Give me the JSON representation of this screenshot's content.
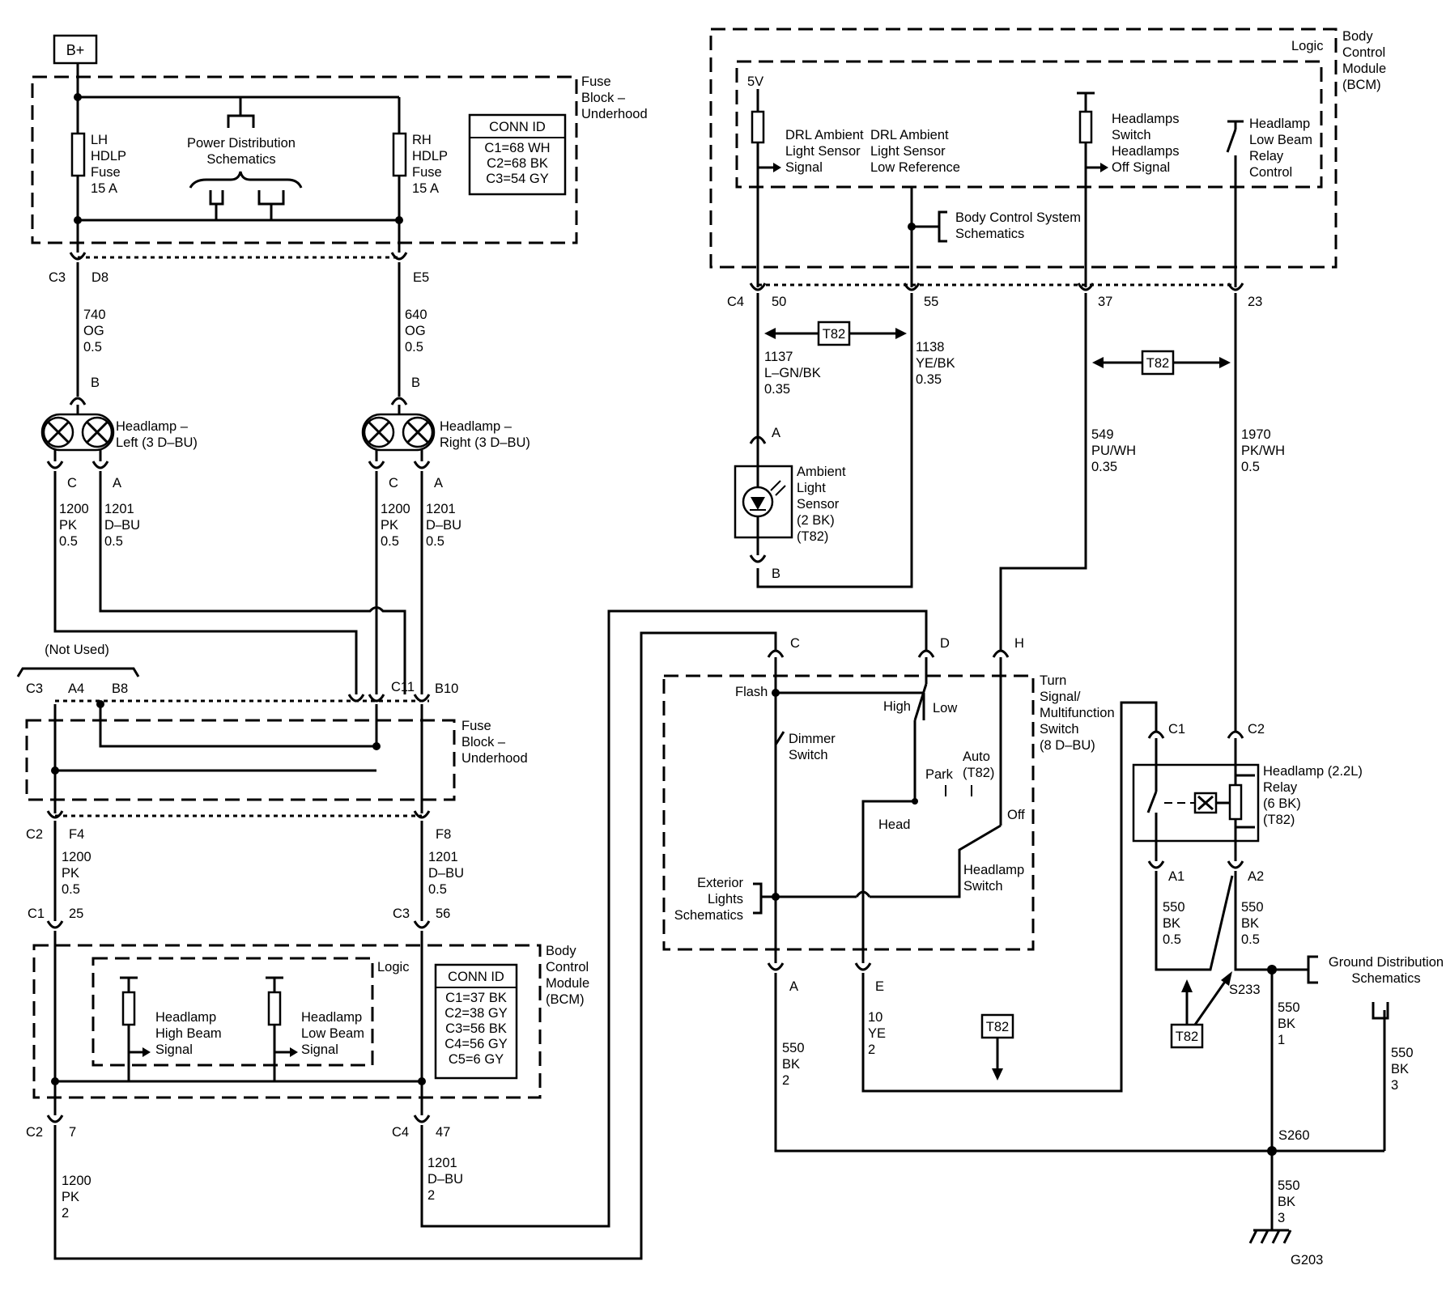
{
  "labels": {
    "bplus": "B+",
    "fuse_block_top": [
      "Fuse",
      "Block –",
      "Underhood"
    ],
    "lh_fuse": [
      "LH",
      "HDLP",
      "Fuse",
      "15 A"
    ],
    "rh_fuse": [
      "RH",
      "HDLP",
      "Fuse",
      "15 A"
    ],
    "power_dist": [
      "Power Distribution",
      "Schematics"
    ],
    "conn_id_top": {
      "title": "CONN ID",
      "lines": [
        "C1=68 WH",
        "C2=68 BK",
        "C3=54 GY"
      ]
    },
    "c3": "C3",
    "d8": "D8",
    "e5": "E5",
    "w740": [
      "740",
      "OG",
      "0.5"
    ],
    "w640": [
      "640",
      "OG",
      "0.5"
    ],
    "b_left": "B",
    "b_right": "B",
    "hl_left": [
      "Headlamp –",
      "Left (3 D–BU)"
    ],
    "hl_right": [
      "Headlamp –",
      "Right (3 D–BU)"
    ],
    "c_l": "C",
    "a_l": "A",
    "c_r": "C",
    "a_r": "A",
    "w1200_l": [
      "1200",
      "PK",
      "0.5"
    ],
    "w1201_l": [
      "1201",
      "D–BU",
      "0.5"
    ],
    "w1200_r": [
      "1200",
      "PK",
      "0.5"
    ],
    "w1201_r": [
      "1201",
      "D–BU",
      "0.5"
    ],
    "not_used": "(Not Used)",
    "c3_2": "C3",
    "a4": "A4",
    "b8": "B8",
    "c11": "C11",
    "b10": "B10",
    "fuse_block_mid": [
      "Fuse",
      "Block –",
      "Underhood"
    ],
    "c2_1": "C2",
    "f4": "F4",
    "f8": "F8",
    "w1200_m": [
      "1200",
      "PK",
      "0.5"
    ],
    "w1201_m": [
      "1201",
      "D–BU",
      "0.5"
    ],
    "c1": "C1",
    "n25": "25",
    "c3_3": "C3",
    "n56": "56",
    "logic_l": "Logic",
    "hb_sig": [
      "Headlamp",
      "High Beam",
      "Signal"
    ],
    "lb_sig": [
      "Headlamp",
      "Low Beam",
      "Signal"
    ],
    "conn_id_bcm": {
      "title": "CONN ID",
      "lines": [
        "C1=37 BK",
        "C2=38 GY",
        "C3=56 BK",
        "C4=56 GY",
        "C5=6 GY"
      ]
    },
    "bcm_l": [
      "Body",
      "Control",
      "Module",
      "(BCM)"
    ],
    "c2_2": "C2",
    "n7": "7",
    "c4_1": "C4",
    "n47": "47",
    "w1200_b": [
      "1200",
      "PK",
      "2"
    ],
    "w1201_b": [
      "1201",
      "D–BU",
      "2"
    ],
    "logic_r": "Logic",
    "bcm_r": [
      "Body",
      "Control",
      "Module",
      "(BCM)"
    ],
    "v5": "5V",
    "drl_sig": [
      "DRL Ambient",
      "Light Sensor",
      "Signal"
    ],
    "drl_low": [
      "DRL Ambient",
      "Light Sensor",
      "Low Reference"
    ],
    "hl_sw_off": [
      "Headlamps",
      "Switch",
      "Headlamps",
      "Off Signal"
    ],
    "hl_lb_relay": [
      "Headlamp",
      "Low Beam",
      "Relay",
      "Control"
    ],
    "body_ctrl": [
      "Body Control System",
      "Schematics"
    ],
    "c4_2": "C4",
    "n50": "50",
    "n55": "55",
    "n37": "37",
    "n23": "23",
    "t82": "T82",
    "w1137": [
      "1137",
      "L–GN/BK",
      "0.35"
    ],
    "w1138": [
      "1138",
      "YE/BK",
      "0.35"
    ],
    "w549": [
      "549",
      "PU/WH",
      "0.35"
    ],
    "w1970": [
      "1970",
      "PK/WH",
      "0.5"
    ],
    "a_s": "A",
    "b_s": "B",
    "ambient": [
      "Ambient",
      "Light",
      "Sensor",
      "(2 BK)",
      "(T82)"
    ],
    "sw_c": "C",
    "sw_d": "D",
    "sw_h": "H",
    "turn_sw": [
      "Turn",
      "Signal/",
      "Multifunction",
      "Switch",
      "(8 D–BU)"
    ],
    "flash": "Flash",
    "high": "High",
    "low": "Low",
    "dimmer": [
      "Dimmer",
      "Switch"
    ],
    "park": "Park",
    "auto": [
      "Auto",
      "(T82)"
    ],
    "off": "Off",
    "head": "Head",
    "ext_lights": [
      "Exterior",
      "Lights",
      "Schematics"
    ],
    "hl_switch": [
      "Headlamp",
      "Switch"
    ],
    "sw_a": "A",
    "sw_e": "E",
    "w550_a": [
      "550",
      "BK",
      "2"
    ],
    "w10": [
      "10",
      "YE",
      "2"
    ],
    "c1_r": "C1",
    "c2_r": "C2",
    "relay": [
      "Headlamp (2.2L)",
      "Relay",
      "(6 BK)",
      "(T82)"
    ],
    "a1": "A1",
    "a2": "A2",
    "w550_1": [
      "550",
      "BK",
      "0.5"
    ],
    "w550_2": [
      "550",
      "BK",
      "0.5"
    ],
    "s233": "S233",
    "gnd_dist": [
      "Ground Distribution",
      "Schematics"
    ],
    "w550_3": [
      "550",
      "BK",
      "1"
    ],
    "w550_4": [
      "550",
      "BK",
      "3"
    ],
    "s260": "S260",
    "w550_5": [
      "550",
      "BK",
      "3"
    ],
    "g203": "G203"
  }
}
